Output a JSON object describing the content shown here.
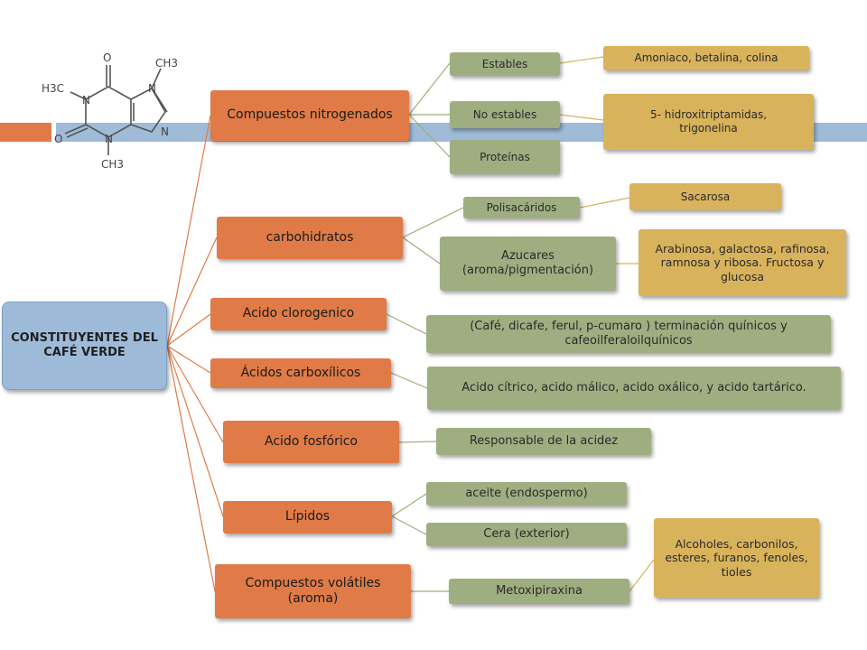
{
  "molecule": {
    "atoms": [
      "O",
      "O",
      "N",
      "N",
      "N",
      "N",
      "CH3",
      "CH3",
      "CH3"
    ],
    "label_H3C": "H3C"
  },
  "root": {
    "label": "CONSTITUYENTES DEL CAFÉ VERDE"
  },
  "categories": [
    {
      "id": "nitro",
      "label": "Compuestos nitrogenados",
      "children": [
        {
          "label": "Estables",
          "leaf": "Amoniaco, betalina, colina"
        },
        {
          "label": "No estables",
          "leaf": "5- hidroxitriptamidas, trigonelina"
        },
        {
          "label": "Proteínas"
        }
      ]
    },
    {
      "id": "carbo",
      "label": "carbohidratos",
      "children": [
        {
          "label": "Polisacáridos",
          "leaf": "Sacarosa"
        },
        {
          "label": "Azucares (aroma/pigmentación)",
          "leaf": "Arabinosa, galactosa, rafinosa, ramnosa y ribosa. Fructosa y  glucosa"
        }
      ]
    },
    {
      "id": "cloro",
      "label": "Acido clorogenico",
      "children": [
        {
          "label": "(Café, dicafe, ferul, p-cumaro ) terminación quínicos y cafeoilferaloilquínicos"
        }
      ]
    },
    {
      "id": "carbox",
      "label": "Ácidos carboxílicos",
      "children": [
        {
          "label": "Acido cítrico, acido málico, acido oxálico, y acido tartárico."
        }
      ]
    },
    {
      "id": "fosf",
      "label": "Acido fosfórico",
      "children": [
        {
          "label": "Responsable de la acidez"
        }
      ]
    },
    {
      "id": "lip",
      "label": "Lípidos",
      "children": [
        {
          "label": "aceite (endospermo)"
        },
        {
          "label": "Cera (exterior)"
        }
      ]
    },
    {
      "id": "vol",
      "label": "Compuestos volátiles (aroma)",
      "children": [
        {
          "label": "Metoxipiraxina",
          "leaf": "Alcoholes, carbonilos, esteres, furanos, fenoles, tioles"
        }
      ]
    }
  ],
  "colors": {
    "root": "#9dbbd9",
    "category": "#e07b47",
    "sub": "#9fae80",
    "leaf": "#d8b35c",
    "line": "#e07b47",
    "band": "#9fbbd7"
  }
}
